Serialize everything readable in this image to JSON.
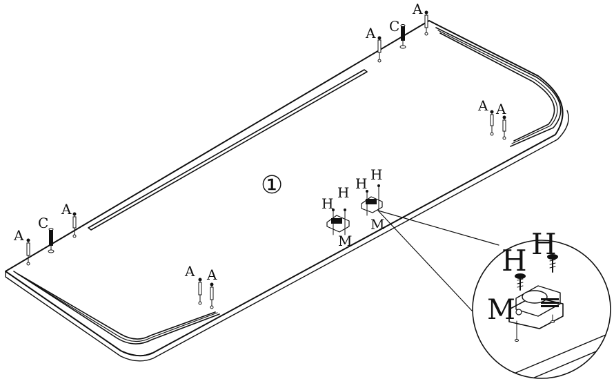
{
  "diagram": {
    "step_number": "①",
    "labels": {
      "cam_screw": "A",
      "dowel": "C",
      "screw": "H",
      "magnet_catch": "M"
    },
    "detail_labels": {
      "screw_left": "H",
      "screw_right": "H",
      "magnet_catch": "M"
    }
  }
}
